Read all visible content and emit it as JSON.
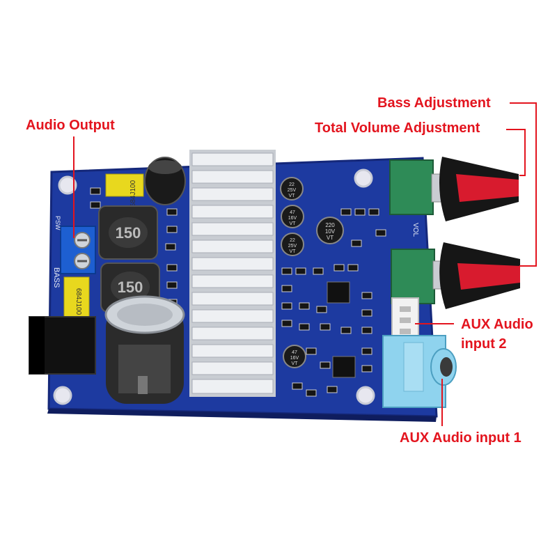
{
  "callouts": {
    "audio_output": "Audio Output",
    "bass_adjustment": "Bass Adjustment",
    "total_volume_adjustment": "Total Volume Adjustment",
    "aux_audio_input_2": "AUX Audio input 2",
    "aux_audio_input_1": "AUX Audio input 1"
  },
  "board_markings": {
    "inductor_1": "150",
    "inductor_2": "150",
    "film_cap_1": "684J100",
    "film_cap_2": "684J100",
    "cap_22_25v_a": [
      "22",
      "25V",
      "VT"
    ],
    "cap_47_16v_a": [
      "47",
      "16V",
      "VT"
    ],
    "cap_22_25v_b": [
      "22",
      "25V",
      "VT"
    ],
    "cap_220_10v": [
      "220",
      "10V",
      "VT"
    ],
    "cap_47_16v_b": [
      "47",
      "16V",
      "VT"
    ],
    "silk_bass": "BASS",
    "silk_psw": "PSW",
    "silk_vol": "VOL"
  },
  "colors": {
    "callout_red": "#e3141e",
    "pcb_blue": "#1f3ea6",
    "heatsink": "#d9dde3",
    "terminal_blue": "#1d5fd1",
    "pot_green": "#2e8b57",
    "knob_red": "#d81b2e",
    "jack_blue": "#8fd3ee"
  }
}
